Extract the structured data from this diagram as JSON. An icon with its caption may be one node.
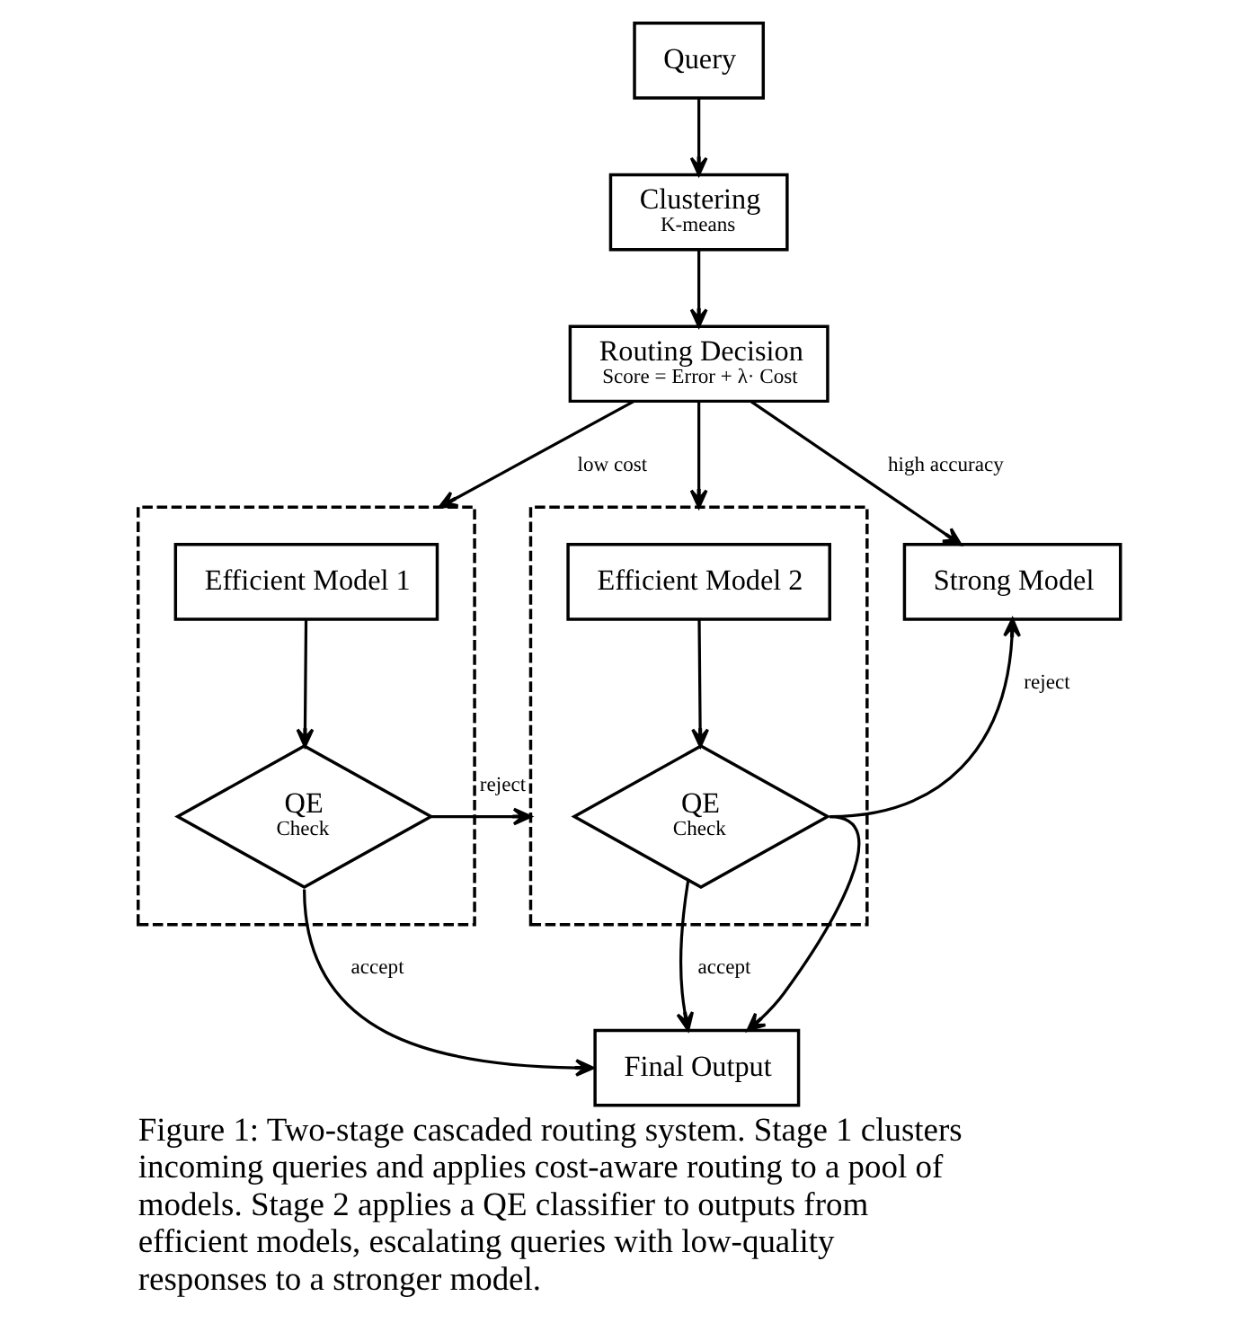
{
  "diagram": {
    "caption": "Figure 1: Two-stage cascaded routing system. Stage 1 clusters incoming queries and applies cost-aware routing to a pool of models. Stage 2 applies a QE classifier to outputs from efficient models, escalating queries with low-quality responses to a stronger model.",
    "nodes": [
      {
        "text": [
          "Query"
        ]
      },
      {
        "text": [
          "Clustering",
          "K-means"
        ]
      },
      {
        "text": [
          "Routing Decision",
          "Score = Error + λ· Cost"
        ]
      },
      {
        "text": [],
        "shape": "box"
      },
      {
        "text": [
          "Efficient Model 1"
        ],
        "in": 3
      },
      {
        "text": [
          "QE",
          "Check"
        ],
        "in": 3
      },
      {
        "text": [],
        "shape": "box"
      },
      {
        "text": [
          "Efficient Model 2"
        ],
        "in": 6
      },
      {
        "text": [
          "QE",
          "Check"
        ],
        "in": 6
      },
      {
        "text": [
          "Strong Model"
        ]
      },
      {
        "text": [
          "Final Output"
        ]
      }
    ],
    "edges": [
      {
        "from": 0,
        "to": 1,
        "arrow": "to"
      },
      {
        "from": 1,
        "to": 2,
        "arrow": "to"
      },
      {
        "from": 2,
        "to": 3,
        "arrow": "to",
        "label": "low cost"
      },
      {
        "from": 2,
        "to": 6,
        "arrow": "to"
      },
      {
        "from": 2,
        "to": 9,
        "arrow": "to",
        "label": "high accuracy"
      },
      {
        "from": 4,
        "to": 5,
        "arrow": "to"
      },
      {
        "from": 5,
        "to": 6,
        "arrow": "to",
        "label": "reject"
      },
      {
        "from": 7,
        "to": 8,
        "arrow": "to"
      },
      {
        "from": 8,
        "to": 9,
        "arrow": "to",
        "label": "reject"
      },
      {
        "from": 8,
        "to": 10,
        "arrow": "to"
      },
      {
        "from": 5,
        "to": 10,
        "arrow": "to",
        "label": "accept"
      },
      {
        "from": 8,
        "to": 10,
        "arrow": "to",
        "label": "accept"
      }
    ]
  }
}
